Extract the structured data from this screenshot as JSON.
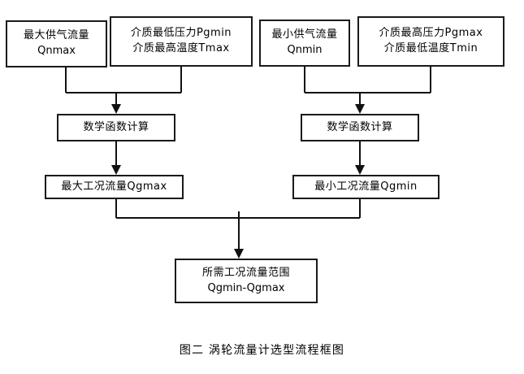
{
  "diagram": {
    "caption": "图二  涡轮流量计选型流程框图",
    "nodes": {
      "qnmax": {
        "line1": "最大供气流量",
        "line2": "Qnmax"
      },
      "pgmin": {
        "line1": "介质最低压力Pgmin",
        "line2": "介质最高温度Tmax"
      },
      "qnmin": {
        "line1": "最小供气流量",
        "line2": "Qnmin"
      },
      "pgmax": {
        "line1": "介质最高压力Pgmax",
        "line2": "介质最低温度Tmin"
      },
      "calc_left": {
        "line1": "数学函数计算"
      },
      "calc_right": {
        "line1": "数学函数计算"
      },
      "qgmax": {
        "line1": "最大工况流量Qgmax"
      },
      "qgmin": {
        "line1": "最小工况流量Qgmin"
      },
      "range": {
        "line1": "所需工况流量范围",
        "line2": "Qgmin-Qgmax"
      }
    },
    "colors": {
      "stroke": "#111111",
      "box_border": "#1a1a1a",
      "background": "#ffffff",
      "text": "#000000"
    }
  }
}
